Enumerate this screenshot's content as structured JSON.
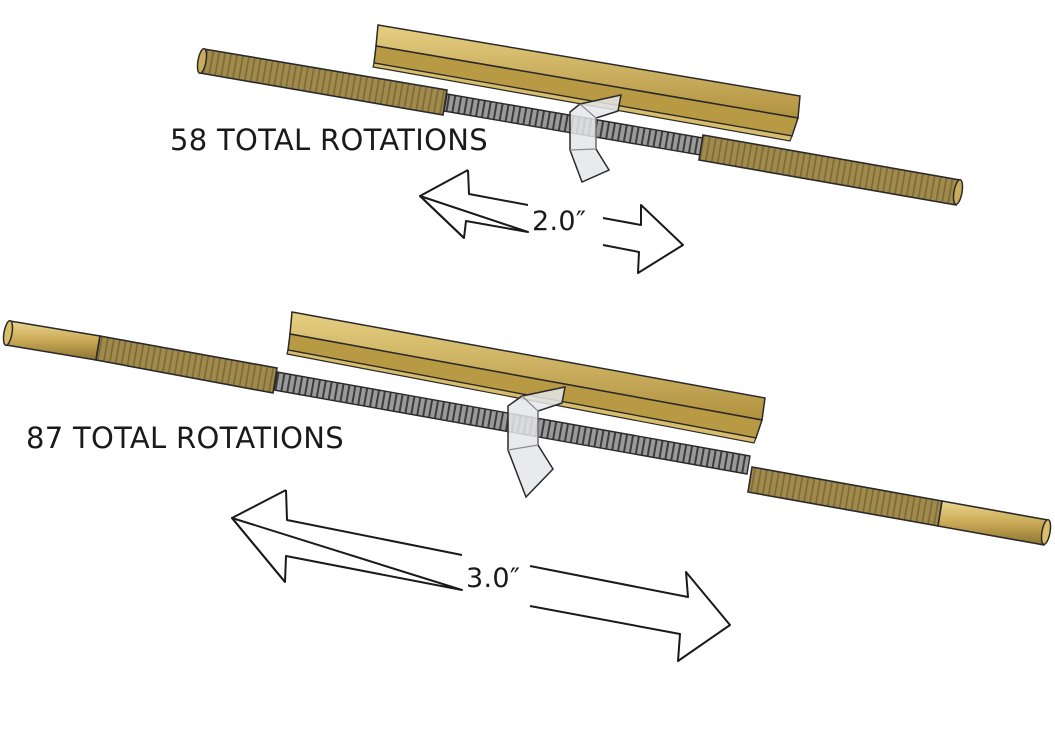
{
  "top_assembly": {
    "rotations_label": "58 TOTAL ROTATIONS",
    "travel_label": "2.0″"
  },
  "bottom_assembly": {
    "rotations_label": "87 TOTAL ROTATIONS",
    "travel_label": "3.0″"
  },
  "colors": {
    "brass_light": "#d9bf6a",
    "brass": "#b89a45",
    "brass_dark": "#7a6428",
    "steel_thread": "#6e6e6e",
    "outline": "#2a2a2a"
  }
}
